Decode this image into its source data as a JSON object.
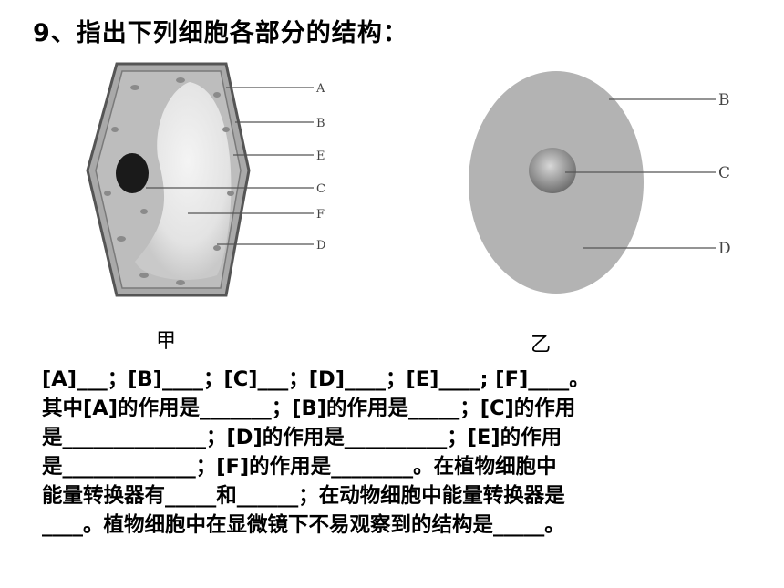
{
  "question": {
    "title": "9、指出下列细胞各部分的结构："
  },
  "figures": {
    "plant": {
      "caption": "甲",
      "labels": [
        "A",
        "B",
        "E",
        "C",
        "F",
        "D"
      ]
    },
    "animal": {
      "caption": "乙",
      "labels": [
        "B",
        "C",
        "D"
      ]
    }
  },
  "text": {
    "lines": [
      "[A]___；[B]____；[C]___；[D]____；[E]____; [F]____。",
      "其中[A]的作用是_______；[B]的作用是_____；[C]的作用",
      "是______________；[D]的作用是__________；[E]的作用",
      "是_____________；[F]的作用是________。在植物细胞中",
      "能量转换器有_____和______；在动物细胞中能量转换器是",
      "____。植物细胞中在显微镜下不易观察到的结构是_____。"
    ]
  }
}
